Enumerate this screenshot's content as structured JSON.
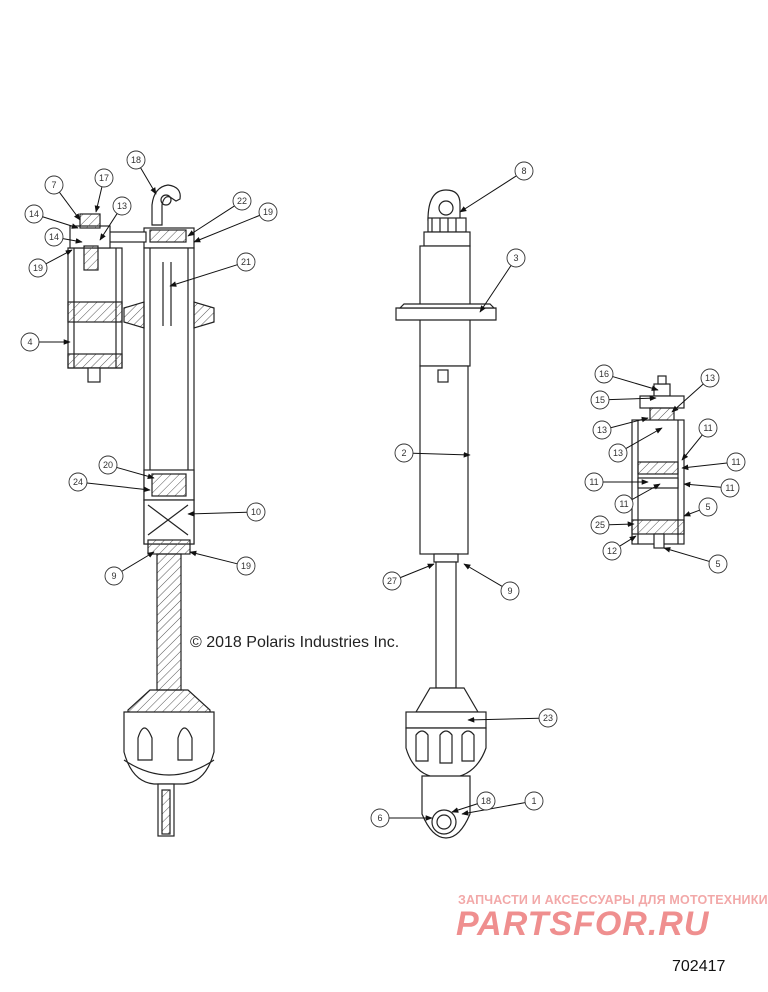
{
  "copyright": "© 2018 Polaris Industries Inc.",
  "figure_number": "702417",
  "watermark": {
    "tagline": "ЗАПЧАСТИ И АКСЕССУАРЫ ДЛЯ МОТОТЕХНИКИ",
    "brand": "PARTSFOR.RU",
    "color": "#ef8f8f"
  },
  "callouts": [
    {
      "label": "18"
    },
    {
      "label": "7"
    },
    {
      "label": "17"
    },
    {
      "label": "14"
    },
    {
      "label": "13"
    },
    {
      "label": "14"
    },
    {
      "label": "22"
    },
    {
      "label": "19"
    },
    {
      "label": "19"
    },
    {
      "label": "21"
    },
    {
      "label": "4"
    },
    {
      "label": "20"
    },
    {
      "label": "24"
    },
    {
      "label": "10"
    },
    {
      "label": "9"
    },
    {
      "label": "19"
    },
    {
      "label": "8"
    },
    {
      "label": "3"
    },
    {
      "label": "2"
    },
    {
      "label": "27"
    },
    {
      "label": "9"
    },
    {
      "label": "23"
    },
    {
      "label": "18"
    },
    {
      "label": "6"
    },
    {
      "label": "1"
    },
    {
      "label": "16"
    },
    {
      "label": "15"
    },
    {
      "label": "13"
    },
    {
      "label": "13"
    },
    {
      "label": "13"
    },
    {
      "label": "11"
    },
    {
      "label": "11"
    },
    {
      "label": "11"
    },
    {
      "label": "11"
    },
    {
      "label": "11"
    },
    {
      "label": "25"
    },
    {
      "label": "5"
    },
    {
      "label": "12"
    },
    {
      "label": "5"
    }
  ]
}
